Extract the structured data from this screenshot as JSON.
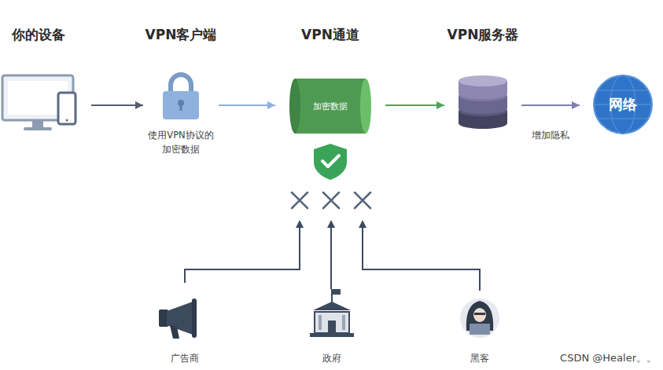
{
  "diagram": {
    "nodes": [
      {
        "text": [
          "你的设备"
        ]
      },
      {
        "text": [
          "VPN客户端",
          "使用VPN协议的 加密数据"
        ]
      },
      {
        "text": [
          "VPN通道",
          "加密数据"
        ]
      },
      {
        "text": [
          "VPN服务器"
        ]
      },
      {
        "text": [
          "网络"
        ]
      },
      {
        "text": [
          "广告商"
        ]
      },
      {
        "text": [
          "政府"
        ]
      },
      {
        "text": [
          "黑客"
        ]
      }
    ],
    "edges": [
      {
        "from": 0,
        "to": 1,
        "arrow": "to"
      },
      {
        "from": 1,
        "to": 2,
        "arrow": "to"
      },
      {
        "from": 2,
        "to": 3,
        "arrow": "to"
      },
      {
        "from": 3,
        "to": 4,
        "label": "增加隐私",
        "arrow": "to"
      }
    ],
    "labels": [
      "CSDN @Healer。。"
    ]
  }
}
